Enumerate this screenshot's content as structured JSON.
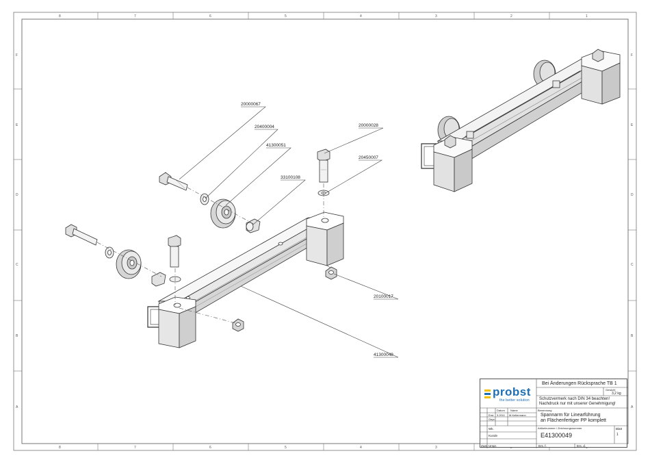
{
  "grid": {
    "columns": [
      "8",
      "7",
      "6",
      "5",
      "4",
      "3",
      "2",
      "1"
    ],
    "rows_left": [
      "F",
      "E",
      "D",
      "C",
      "B",
      "A"
    ],
    "rows_right": [
      "F",
      "E",
      "D",
      "C",
      "B",
      "A"
    ]
  },
  "part_numbers": {
    "p20000067": "20000067",
    "p20400004": "20400004",
    "p41300051": "41300051",
    "p33100108": "33100108",
    "p20000028": "20000028",
    "p20450007": "20450007",
    "p20100017": "20100017",
    "p41300048": "41300048"
  },
  "title_block": {
    "notice": "Bei Änderungen Rücksprache TB 1",
    "gewicht_label": "Gewicht",
    "gewicht_value": "3,2 kg",
    "logo": "probst",
    "slogan": "the better solution",
    "protection_line1": "Schutzvermerk nach DIN 34 beachten!",
    "protection_line2": "Nachdruck nur mit unserer Genehmigung!",
    "datum_label": "Datum",
    "name_label": "Name",
    "bearb_label": "Erst.",
    "bearb_date": "3.2011",
    "bearb_name": "M.Kellermann",
    "gepr_label": "Gepr.",
    "benennung_label": "Benennung",
    "title_line1": "Spannarm für Linearführung",
    "title_line2": "an Flächenfertiger PP komplett",
    "wk_label": "Wk.",
    "kunde_label": "Kunde",
    "zust_label": "Zust.",
    "urspr_label": "Urspr.",
    "zeichnungsnr_label": "Artikelnummer / Zeichnungsnummer",
    "zeichnungsnr": "E41300049",
    "blatt_label": "Blatt",
    "blatt_value": "1",
    "ers_fuer": "Ers. f.",
    "ers_durch": "Ers. d."
  }
}
